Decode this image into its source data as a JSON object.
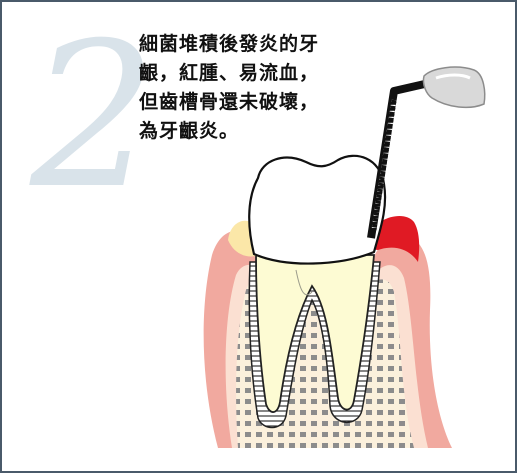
{
  "step_number": "2",
  "caption": {
    "lines": [
      "細菌堆積後發炎的牙",
      "齦，紅腫、易流血，",
      "但齒槽骨還未破壞，",
      "為牙齦炎。"
    ]
  },
  "colors": {
    "border": "#4a5a6a",
    "step_number": "#d9e3ea",
    "gum": "#f1a99f",
    "gum_inner": "#fbe0d2",
    "bone": "#fbf0dc",
    "bone_pattern": "#8c8c8c",
    "inflamed_gum": "#e01a24",
    "tooth_root": "#fdfbd3",
    "plaque": "#fbe7a8",
    "probe": "#111111",
    "mirror_handle": "#d9d9d9"
  }
}
